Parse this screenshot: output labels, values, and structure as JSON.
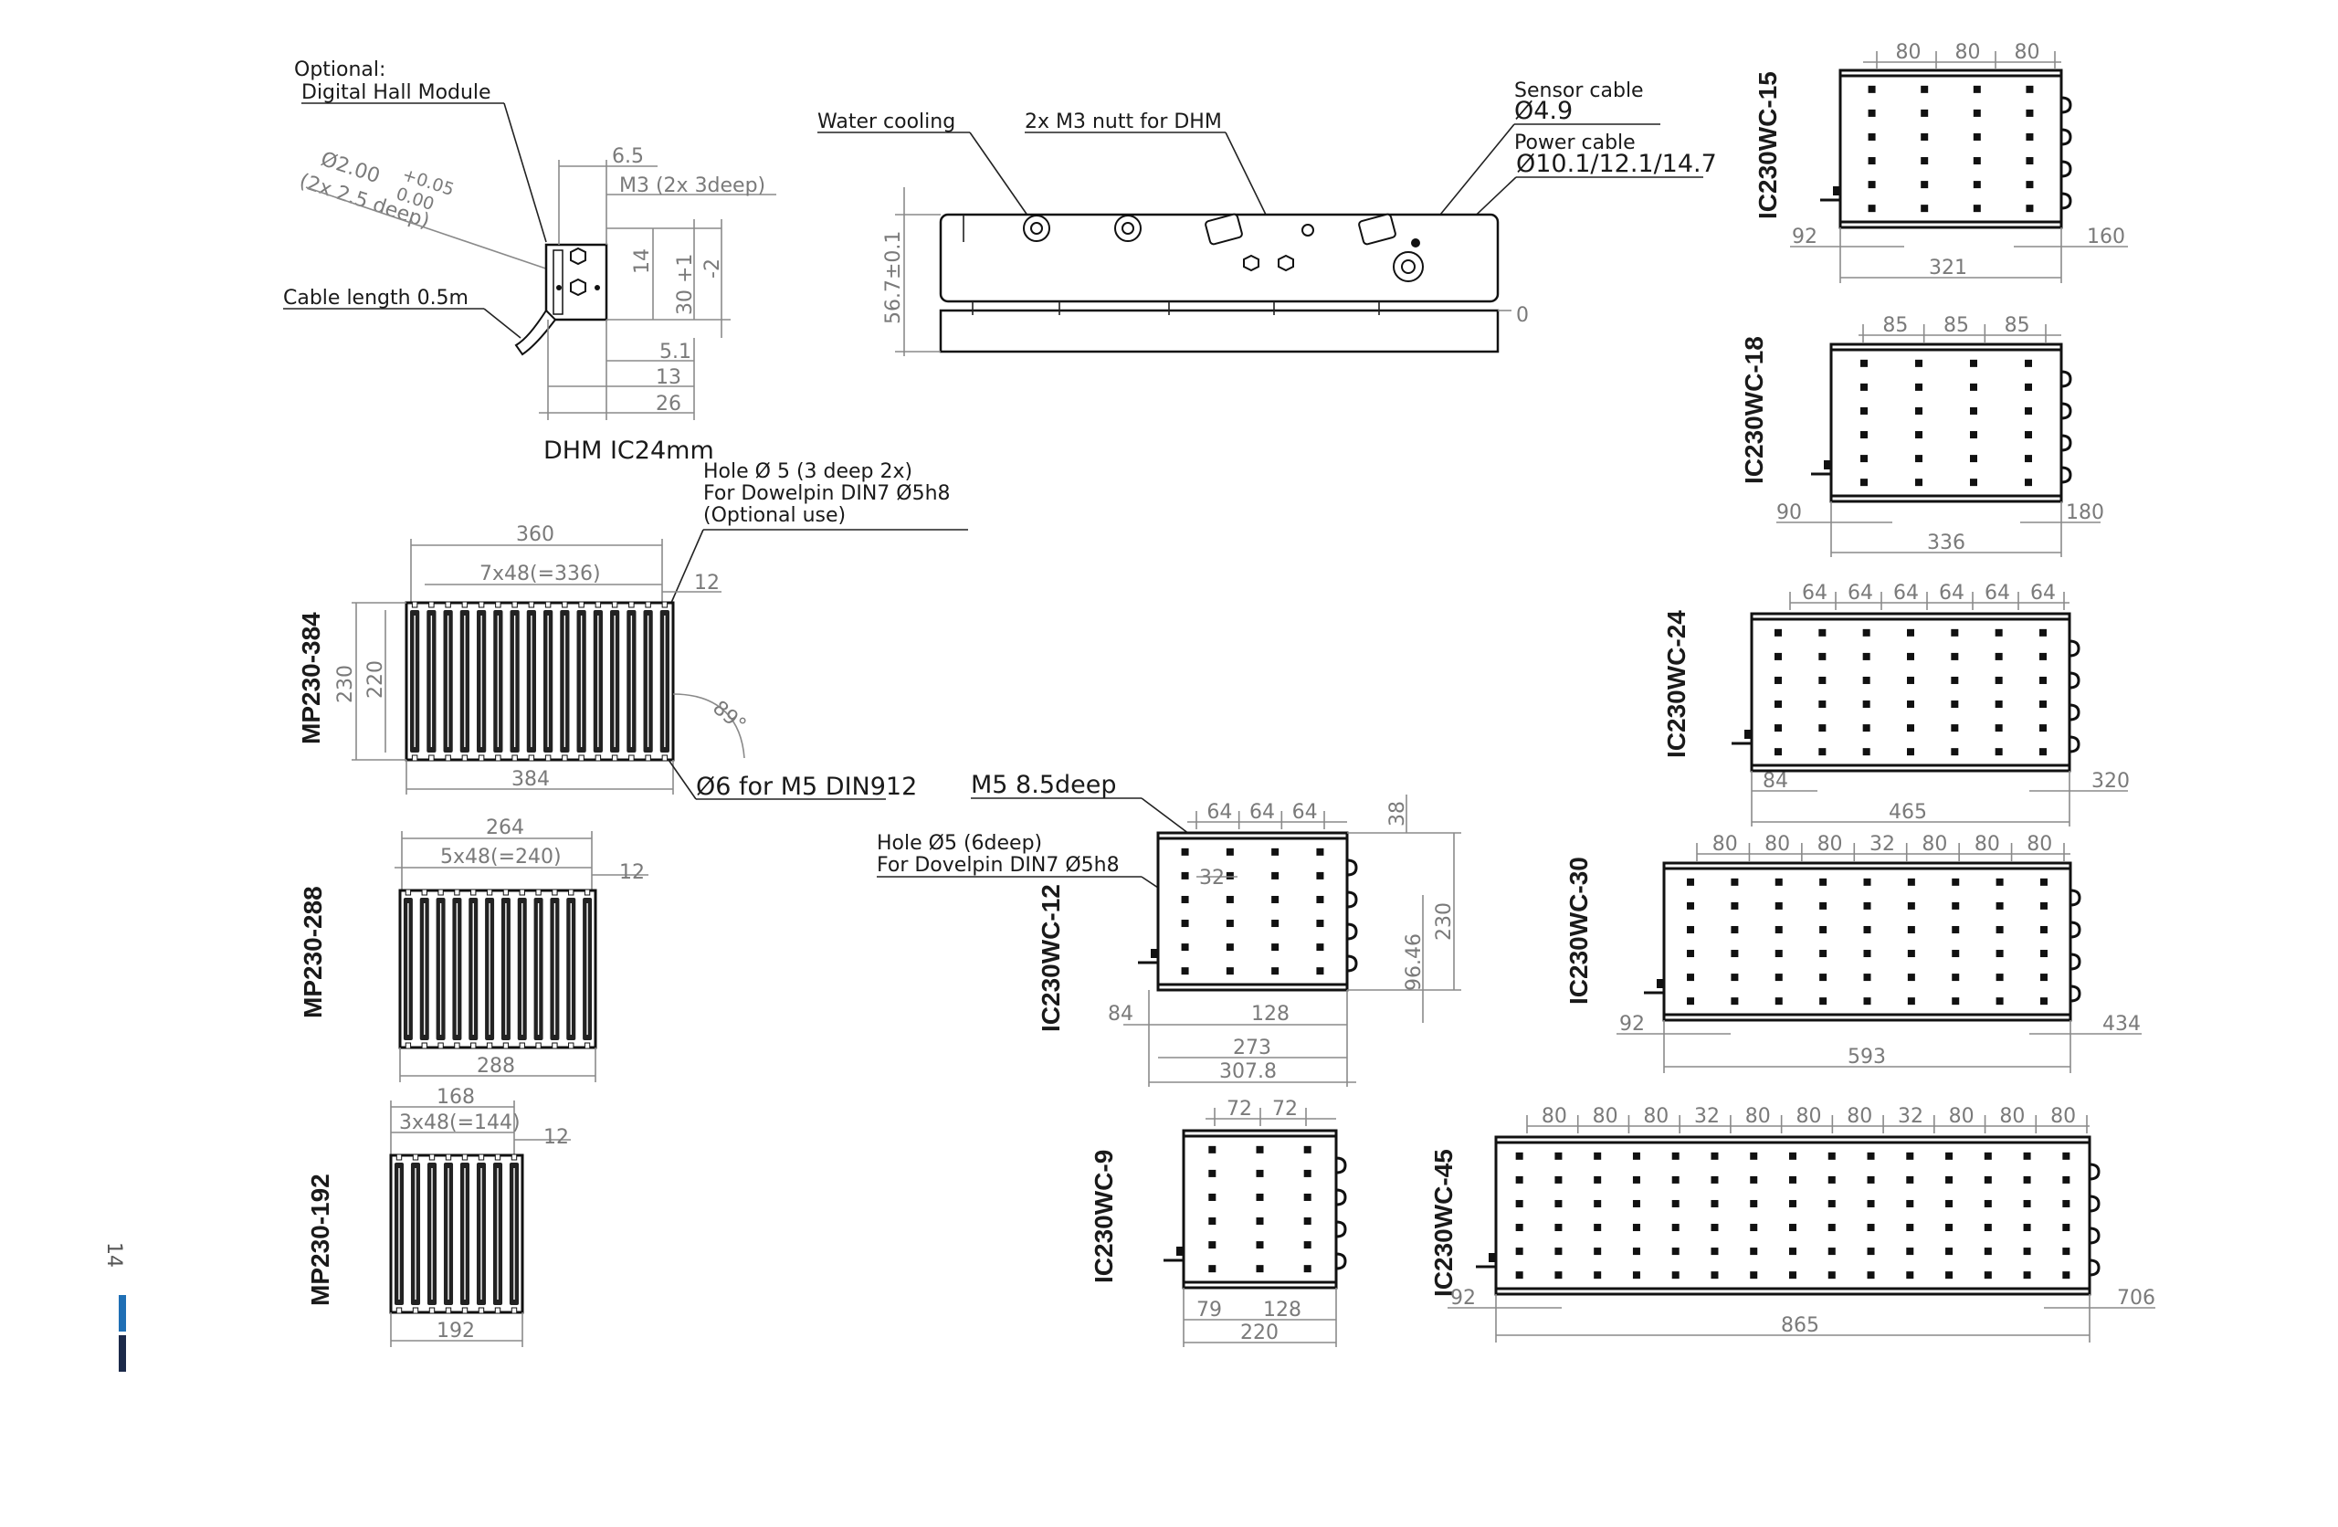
{
  "page_number": "14",
  "colors": {
    "accent_blue": "#1f6fb5",
    "accent_navy": "#1c2a4a",
    "drawing": "#111111",
    "dimension": "#7a7a7a"
  },
  "dhm": {
    "optional": "Optional:",
    "module": "Digital Hall Module",
    "dia": "Ø2.00",
    "tol_plus": "+0.05",
    "tol_zero": "0.00",
    "deep": "(2x 2.5 deep)",
    "cable": "Cable length 0.5m",
    "d65": "6.5",
    "m3": "M3 (2x 3deep)",
    "d14": "14",
    "d30": "30 +1",
    "dm2": "-2",
    "d51": "5.1",
    "d13": "13",
    "d26": "26",
    "caption": "DHM IC24mm"
  },
  "side": {
    "water": "Water cooling",
    "nut": "2x M3 nutt for DHM",
    "sensor": "Sensor cable",
    "sensor_d": "Ø4.9",
    "power": "Power cable",
    "power_d": "Ø10.1/12.1/14.7",
    "height": "56.7±0.1",
    "zero": "0"
  },
  "mp384": {
    "title": "MP230-384",
    "hole1": "Hole Ø 5 (3 deep 2x)",
    "hole2": "For Dowelpin DIN7 Ø5h8",
    "hole3": "(Optional use)",
    "d360": "360",
    "pitch": "7x48(=336)",
    "d12": "12",
    "d230": "230",
    "d220": "220",
    "angle": "89°",
    "d384": "384",
    "screw": "Ø6 for M5 DIN912"
  },
  "mp288": {
    "title": "MP230-288",
    "d264": "264",
    "pitch": "5x48(=240)",
    "d12": "12",
    "d288": "288"
  },
  "mp192": {
    "title": "MP230-192",
    "d168": "168",
    "pitch": "3x48(=144)",
    "d12": "12",
    "d192": "192"
  },
  "wc12": {
    "title": "IC230WC-12",
    "m5": "M5 8.5deep",
    "hole1": "Hole Ø5 (6deep)",
    "hole2": "For Dovelpin DIN7 Ø5h8",
    "top": [
      "64",
      "64",
      "64"
    ],
    "d32": "32",
    "d38": "38",
    "d230": "230",
    "d9646": "96.46",
    "d84": "84",
    "d128": "128",
    "d273": "273",
    "d3078": "307.8"
  },
  "wc9": {
    "title": "IC230WC-9",
    "top": [
      "72",
      "72"
    ],
    "d79": "79",
    "d128": "128",
    "d220": "220"
  },
  "wc15": {
    "title": "IC230WC-15",
    "top": [
      "80",
      "80",
      "80"
    ],
    "left": "92",
    "right": "160",
    "total": "321"
  },
  "wc18": {
    "title": "IC230WC-18",
    "top": [
      "85",
      "85",
      "85"
    ],
    "left": "90",
    "right": "180",
    "total": "336"
  },
  "wc24": {
    "title": "IC230WC-24",
    "top": [
      "64",
      "64",
      "64",
      "64",
      "64",
      "64"
    ],
    "left": "84",
    "right": "320",
    "total": "465"
  },
  "wc30": {
    "title": "IC230WC-30",
    "top": [
      "80",
      "80",
      "80",
      "32",
      "80",
      "80",
      "80"
    ],
    "left": "92",
    "right": "434",
    "total": "593"
  },
  "wc45": {
    "title": "IC230WC-45",
    "top": [
      "80",
      "80",
      "80",
      "32",
      "80",
      "80",
      "80",
      "32",
      "80",
      "80",
      "80"
    ],
    "left": "92",
    "right": "706",
    "total": "865"
  }
}
